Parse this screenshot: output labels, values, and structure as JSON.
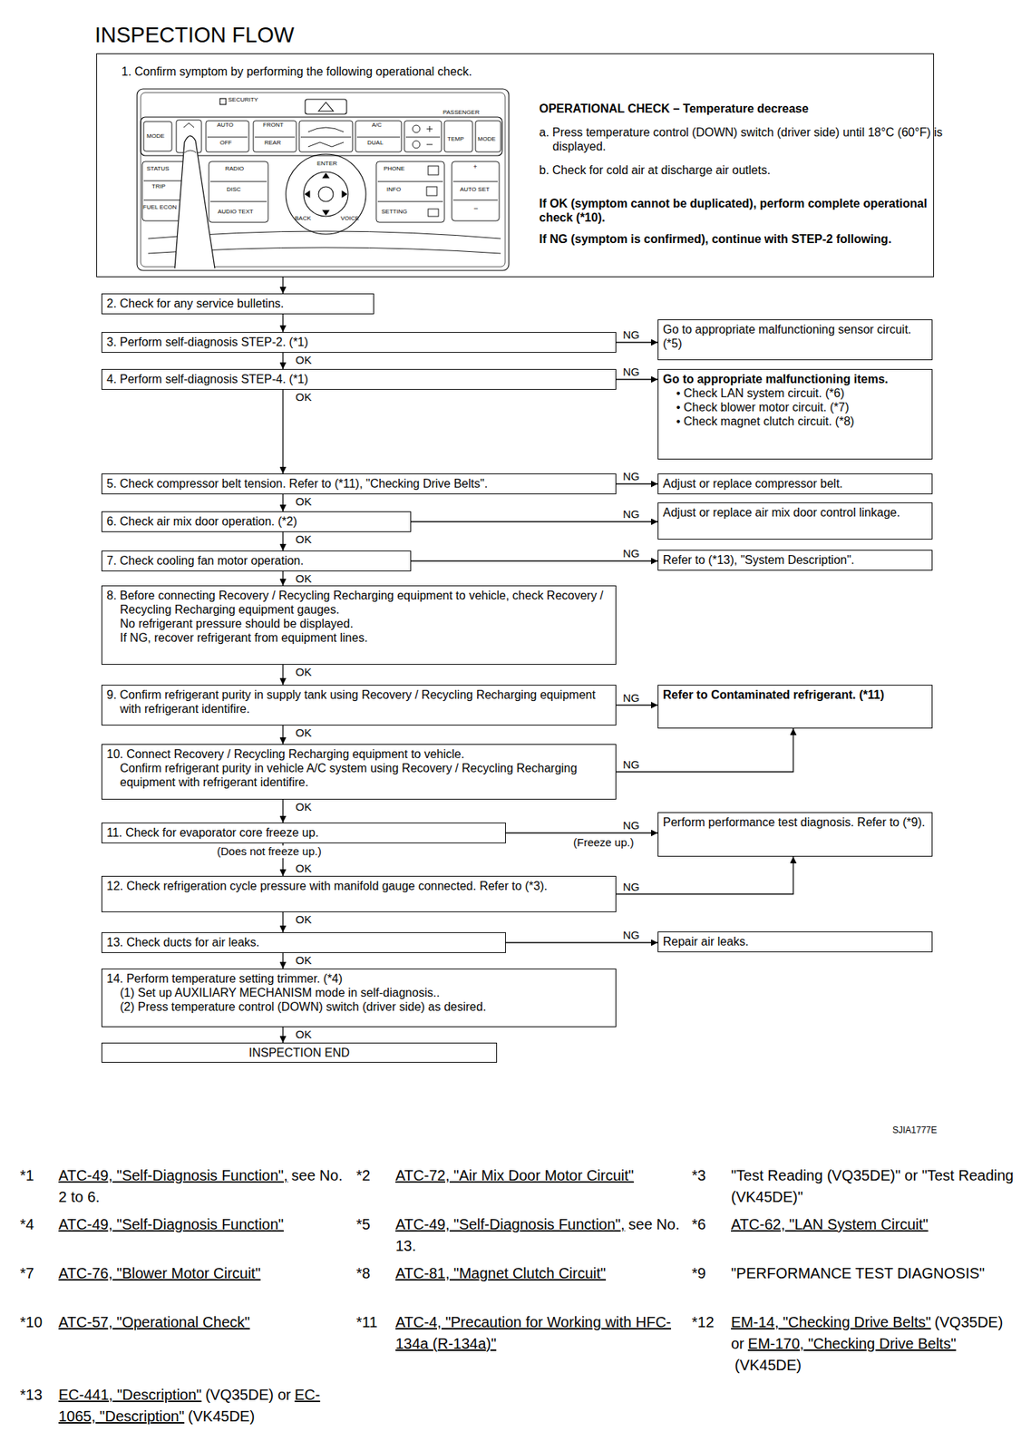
{
  "diagram": {
    "title": "INSPECTION FLOW",
    "nodes": [
      {
        "text": [
          "1. Confirm symptom by performing the following operational check.",
          "OPERATIONAL CHECK – Temperature decrease",
          "a. Press temperature control (DOWN) switch (driver side) until 18°C (60°F) is displayed.",
          "b. Check for cold air at discharge air outlets.",
          "If OK (symptom cannot be duplicated), perform complete operational check (*10).",
          "If NG (symptom is confirmed), continue with STEP-2 following."
        ]
      },
      {
        "text": [
          "2. Check for any service bulletins."
        ]
      },
      {
        "text": [
          "3. Perform self-diagnosis STEP-2. (*1)"
        ]
      },
      {
        "text": [
          "Go to appropriate malfunctioning sensor circuit. (*5)"
        ]
      },
      {
        "text": [
          "4. Perform self-diagnosis STEP-4. (*1)"
        ]
      },
      {
        "text": [
          "Go to appropriate malfunctioning items.",
          "• Check LAN system circuit. (*6)",
          "• Check blower motor circuit. (*7)",
          "• Check magnet clutch circuit. (*8)"
        ]
      },
      {
        "text": [
          "5. Check compressor belt tension. Refer to (*11), \"Checking Drive Belts\"."
        ]
      },
      {
        "text": [
          "Adjust or replace compressor belt."
        ]
      },
      {
        "text": [
          "6. Check air mix door operation. (*2)"
        ]
      },
      {
        "text": [
          "Adjust or replace air mix door control linkage."
        ]
      },
      {
        "text": [
          "7. Check cooling fan motor operation."
        ]
      },
      {
        "text": [
          "Refer to (*13), \"System Description\"."
        ]
      },
      {
        "text": [
          "8. Before connecting Recovery / Recycling Recharging equipment to vehicle, check Recovery / Recycling Recharging equipment gauges.",
          "No refrigerant pressure should be displayed.",
          "If NG, recover refrigerant from equipment lines."
        ]
      },
      {
        "text": [
          "9. Confirm refrigerant purity in supply tank using Recovery / Recycling Recharging equipment with refrigerant identifire."
        ]
      },
      {
        "text": [
          "Refer to Contaminated refrigerant. (*11)"
        ]
      },
      {
        "text": [
          "10. Connect Recovery / Recycling Recharging equipment to vehicle.",
          "Confirm refrigerant purity in vehicle A/C system using Recovery / Recycling Recharging equipment with refrigerant identifire."
        ]
      },
      {
        "text": [
          "11. Check for evaporator core freeze up."
        ]
      },
      {
        "text": [
          "Perform performance test diagnosis. Refer to (*9)."
        ]
      },
      {
        "text": [
          "12. Check refrigeration cycle pressure with manifold gauge connected. Refer to (*3)."
        ]
      },
      {
        "text": [
          "13. Check ducts for air leaks."
        ]
      },
      {
        "text": [
          "Repair air leaks."
        ]
      },
      {
        "text": [
          "14. Perform temperature setting trimmer. (*4)",
          "(1) Set up AUXILIARY MECHANISM mode in self-diagnosis..",
          "(2) Press temperature control (DOWN) switch (driver side) as desired."
        ]
      },
      {
        "text": [
          "INSPECTION END"
        ]
      }
    ],
    "edges": [
      {
        "from": 0,
        "to": 1,
        "arrow": "to"
      },
      {
        "from": 1,
        "to": 2,
        "arrow": "to"
      },
      {
        "from": 2,
        "to": 3,
        "label": "NG",
        "arrow": "to"
      },
      {
        "from": 2,
        "to": 4,
        "label": "OK",
        "arrow": "to"
      },
      {
        "from": 4,
        "to": 5,
        "label": "NG",
        "arrow": "to"
      },
      {
        "from": 4,
        "to": 6,
        "label": "OK",
        "arrow": "to"
      },
      {
        "from": 6,
        "to": 7,
        "label": "NG",
        "arrow": "to"
      },
      {
        "from": 6,
        "to": 8,
        "label": "OK",
        "arrow": "to"
      },
      {
        "from": 8,
        "to": 9,
        "label": "NG",
        "arrow": "to"
      },
      {
        "from": 8,
        "to": 10,
        "label": "OK",
        "arrow": "to"
      },
      {
        "from": 10,
        "to": 11,
        "label": "NG",
        "arrow": "to"
      },
      {
        "from": 10,
        "to": 12,
        "label": "OK",
        "arrow": "to"
      },
      {
        "from": 12,
        "to": 13,
        "label": "OK",
        "arrow": "to"
      },
      {
        "from": 13,
        "to": 14,
        "label": "NG",
        "arrow": "to"
      },
      {
        "from": 13,
        "to": 15,
        "label": "OK",
        "arrow": "to"
      },
      {
        "from": 15,
        "to": 14,
        "label": "NG",
        "arrow": "to"
      },
      {
        "from": 15,
        "to": 16,
        "label": "OK",
        "arrow": "to"
      },
      {
        "from": 16,
        "to": 17,
        "label": "NG",
        "arrow": "to"
      },
      {
        "from": 16,
        "to": 18,
        "label": "OK",
        "arrow": "to"
      },
      {
        "from": 18,
        "to": 17,
        "label": "NG",
        "arrow": "to"
      },
      {
        "from": 18,
        "to": 19,
        "label": "OK",
        "arrow": "to"
      },
      {
        "from": 19,
        "to": 20,
        "label": "NG",
        "arrow": "to"
      },
      {
        "from": 19,
        "to": 21,
        "label": "OK",
        "arrow": "to"
      },
      {
        "from": 21,
        "to": 22,
        "label": "OK",
        "arrow": "to"
      }
    ],
    "labels": [
      "SECURITY",
      "MODE",
      "AUTO",
      "OFF",
      "FRONT",
      "REAR",
      "A/C",
      "DUAL",
      "PASSENGER",
      "TEMP",
      "MODE",
      "STATUS",
      "TRIP",
      "FUEL ECON",
      "RADIO",
      "DISC",
      "AUDIO TEXT",
      "ENTER",
      "BACK",
      "VOICE",
      "PHONE",
      "INFO",
      "SETTING",
      "+",
      "AUTO SET",
      "–",
      "(Does not freeze up.)",
      "(Freeze up.)",
      "SJIA1777E",
      "*1",
      "ATC-49, \"Self-Diagnosis Function\",",
      "see No. 2 to 6.",
      "*2",
      "ATC-72, \"Air Mix Door Motor Circuit\"",
      "*3",
      "\"Test Reading (VQ35DE)\" or \"Test Reading (VK45DE)\"",
      "*4",
      "ATC-49, \"Self-Diagnosis Function\"",
      "*5",
      "ATC-49, \"Self-Diagnosis Function\",",
      "see No. 13.",
      "*6",
      "ATC-62, \"LAN System Circuit\"",
      "*7",
      "ATC-76, \"Blower Motor Circuit\"",
      "*8",
      "ATC-81, \"Magnet Clutch Circuit\"",
      "*9",
      "\"PERFORMANCE TEST DIAGNOSIS\"",
      "*10",
      "ATC-57, \"Operational Check\"",
      "*11",
      "ATC-4, \"Precaution for Working with HFC-134a (R-134a)\"",
      "*12",
      "EM-14, \"Checking Drive Belts\"",
      "(VQ35DE) or",
      "EM-170, \"Checking Drive Belts\"",
      "(VK45DE)",
      "*13",
      "EC-441, \"Description\"",
      "(VQ35DE) or",
      "EC-1065, \"Description\"",
      "(VK45DE)"
    ]
  }
}
